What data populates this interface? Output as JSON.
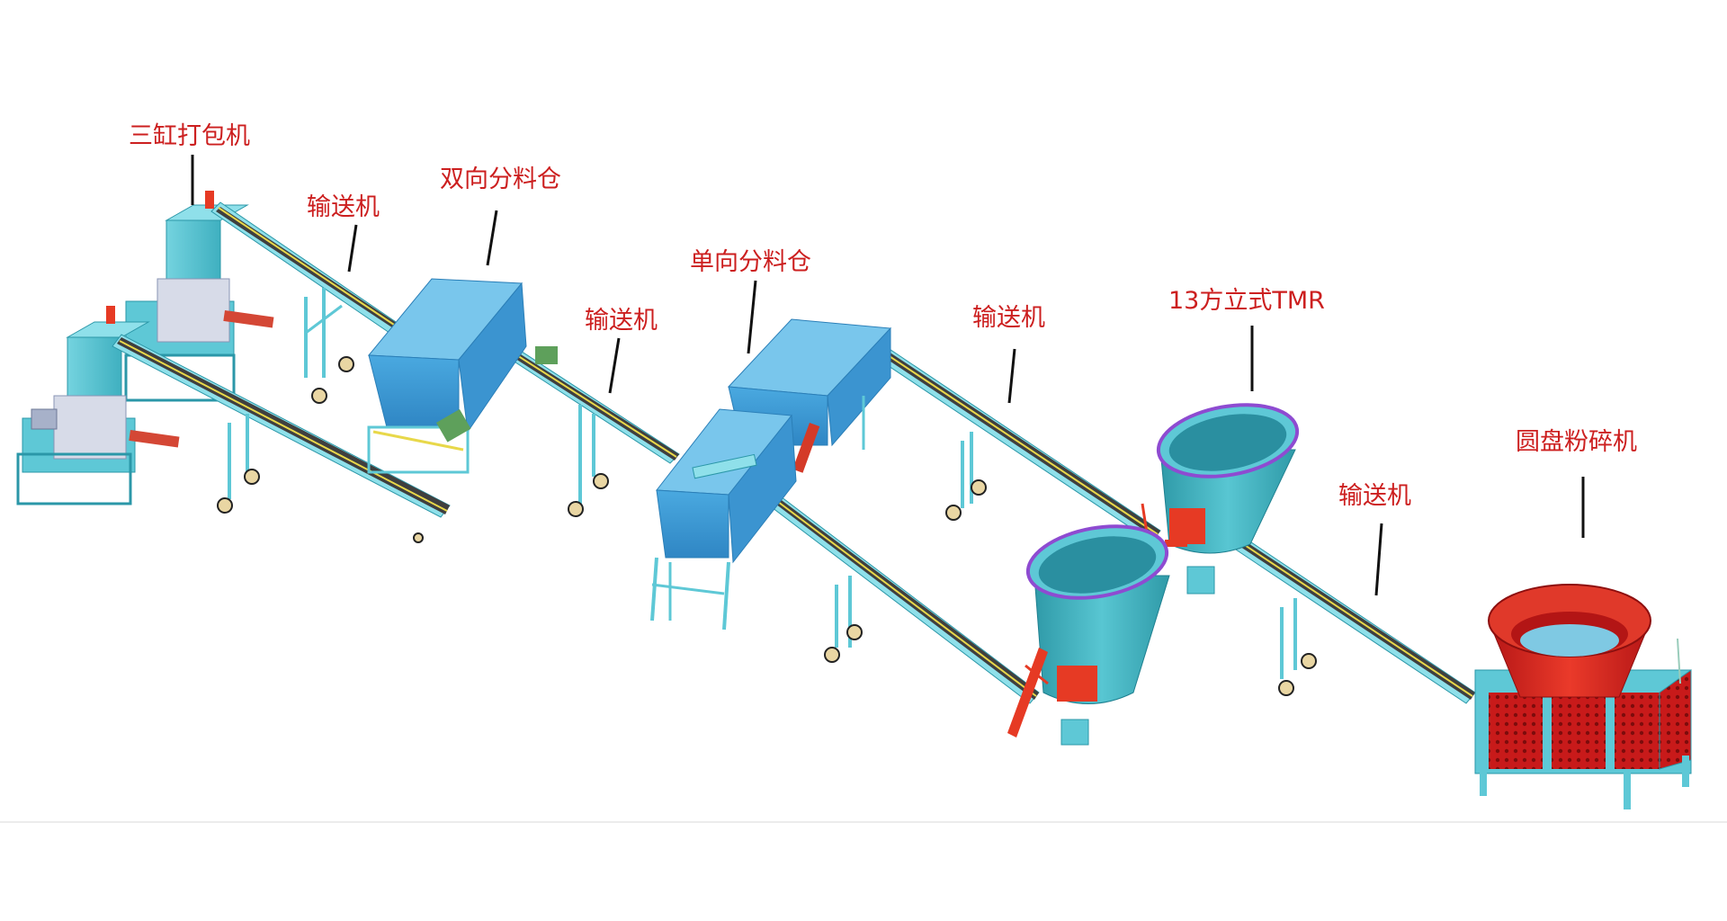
{
  "labels": {
    "baler": "三缸打包机",
    "conveyor_1": "输送机",
    "two_way_bin": "双向分料仓",
    "conveyor_2": "输送机",
    "one_way_bin": "单向分料仓",
    "conveyor_3": "输送机",
    "tmr": "13方立式TMR",
    "conveyor_4": "输送机",
    "grinder": "圆盘粉碎机"
  },
  "colors": {
    "label_text": "#cc1f1f",
    "machine_body": "#5ec8d6",
    "machine_dark": "#2b97a8",
    "machine_top": "#8fe0ea",
    "belt": "#3f3f3f",
    "belt_stripe": "#e8d84a",
    "accent_red": "#e63a24",
    "grinder_red": "#d21d1d",
    "leader_line": "#111111",
    "wheel": "#e9d6a3",
    "floor_line": "#e6e6e6"
  }
}
